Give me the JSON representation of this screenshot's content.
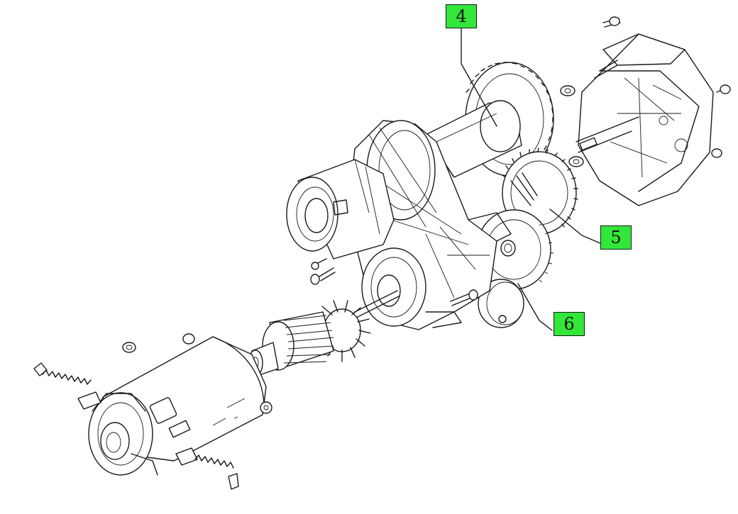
{
  "diagram": {
    "callouts": [
      {
        "id": "4",
        "label": "4"
      },
      {
        "id": "5",
        "label": "5"
      },
      {
        "id": "6",
        "label": "6"
      }
    ],
    "colors": {
      "callout_fill": "#33e63a",
      "line": "#1a1a1a",
      "background": "#ffffff"
    }
  }
}
